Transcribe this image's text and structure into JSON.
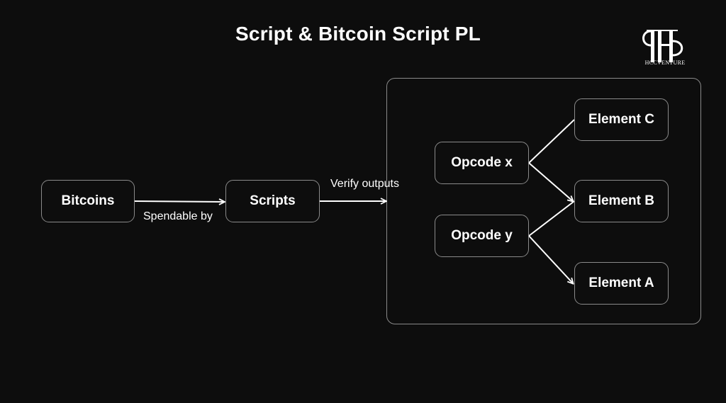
{
  "title": "Script & Bitcoin Script PL",
  "logo": {
    "text": "HCCVENTURE",
    "icon": "hp-monogram-logo"
  },
  "nodes": {
    "bitcoins": "Bitcoins",
    "scripts": "Scripts",
    "opcode_x": "Opcode x",
    "opcode_y": "Opcode y",
    "element_c": "Element C",
    "element_b": "Element B",
    "element_a": "Element A"
  },
  "edge_labels": {
    "spendable_by": "Spendable by",
    "verify_outputs": "Verify outputs"
  },
  "colors": {
    "background": "#0d0d0d",
    "stroke": "#ffffff",
    "border": "#8a8a8a"
  }
}
